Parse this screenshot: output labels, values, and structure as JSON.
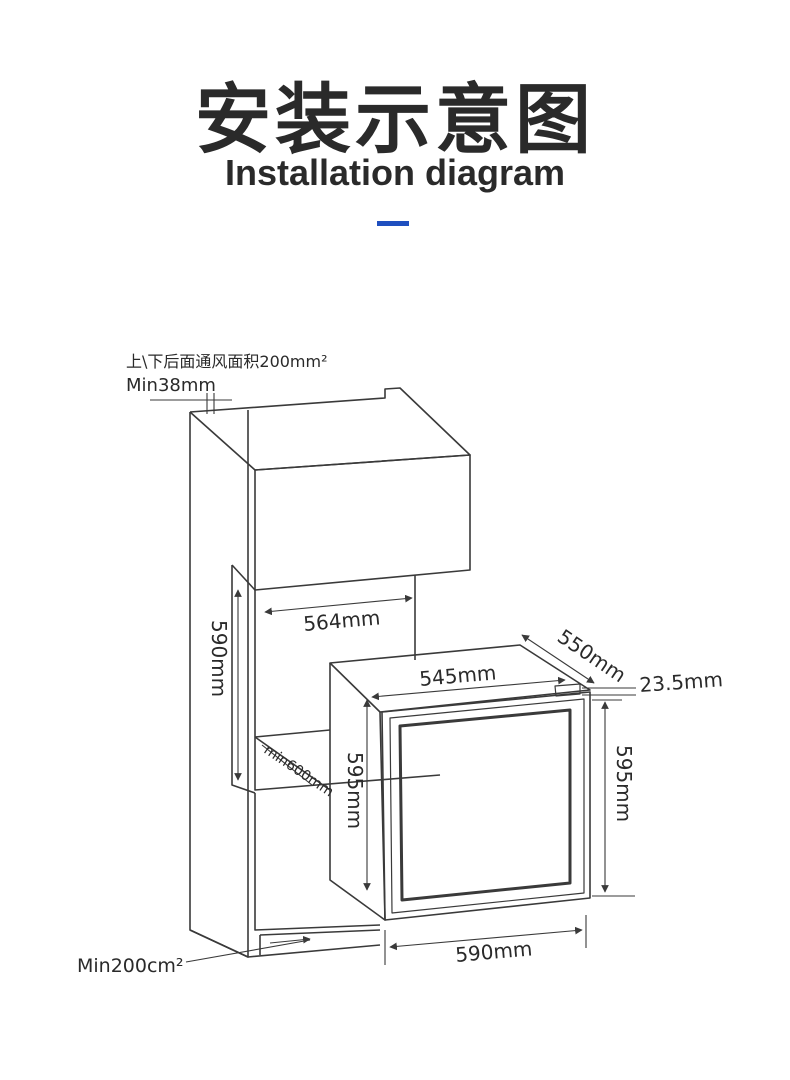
{
  "header": {
    "title_cn": "安装示意图",
    "title_en": "Installation diagram"
  },
  "colors": {
    "accent": "#1f4fbf",
    "line": "#3a3a3a",
    "text": "#2a2a2a"
  },
  "labels": {
    "vent_area": "上\\下后面通风面积200mm²",
    "top_gap": "Min38mm",
    "cabinet_height": "590mm",
    "cabinet_width": "564mm",
    "unit_width": "545mm",
    "unit_depth": "550mm",
    "door_offset": "23.5mm",
    "unit_height_side": "595mm",
    "unit_height_front": "595mm",
    "cabinet_depth": "min600mm",
    "base_vent": "Min200cm²",
    "base_width": "590mm"
  }
}
